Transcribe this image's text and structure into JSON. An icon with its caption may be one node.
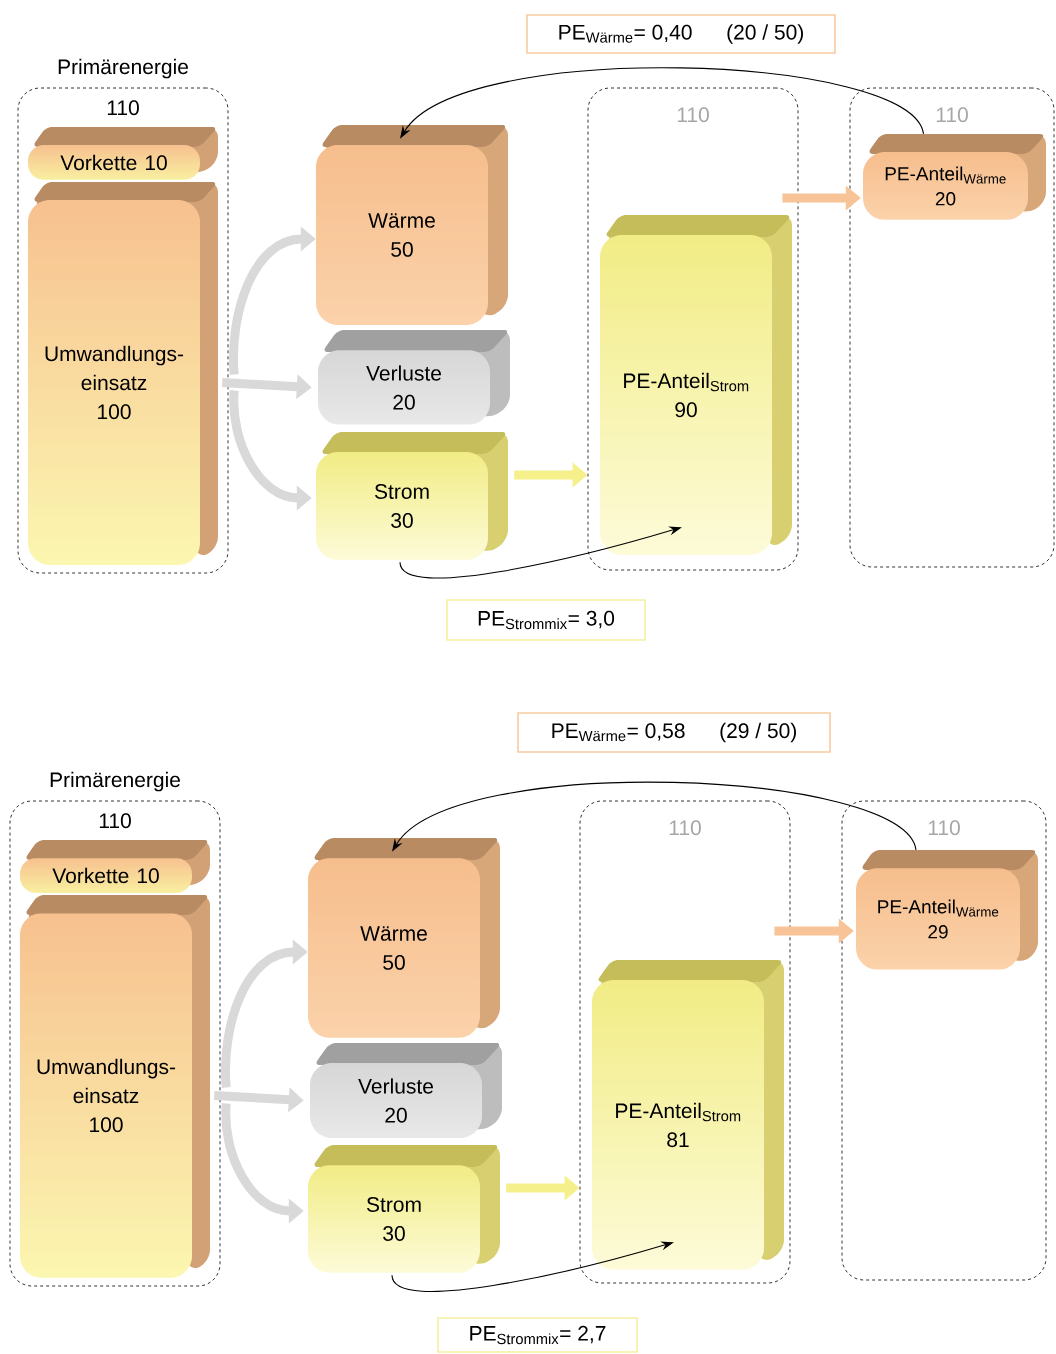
{
  "diagram": {
    "nodes": [
      {
        "text": [
          "Primärenergie",
          "110"
        ]
      },
      {
        "text": [
          "Vorkette 10"
        ],
        "in": 0
      },
      {
        "text": [
          "Umwandlungs- einsatz",
          "100"
        ],
        "in": 0
      },
      {
        "text": [
          "Wärme",
          "50"
        ]
      },
      {
        "text": [
          "Verluste",
          "20"
        ]
      },
      {
        "text": [
          "Strom",
          "30"
        ]
      },
      {
        "text": [
          "110"
        ]
      },
      {
        "text": [
          "PE-Anteil$_{Strom}$",
          "90"
        ],
        "in": 6
      },
      {
        "text": [
          "110"
        ]
      },
      {
        "text": [
          "PE-Anteil$_{Wärme}$",
          "20"
        ],
        "in": 8
      },
      {
        "text": [
          "PE$_{Wärme}$= 0,40",
          "(20 / 50)"
        ]
      },
      {
        "text": [
          "PE$_{Strommix}$= 3,0"
        ]
      },
      {
        "text": [
          "Primärenergie",
          "110"
        ]
      },
      {
        "text": [
          "Vorkette 10"
        ],
        "in": 12
      },
      {
        "text": [
          "Umwandlungs- einsatz",
          "100"
        ],
        "in": 12
      },
      {
        "text": [
          "Wärme",
          "50"
        ]
      },
      {
        "text": [
          "Verluste",
          "20"
        ]
      },
      {
        "text": [
          "Strom",
          "30"
        ]
      },
      {
        "text": [
          "110"
        ]
      },
      {
        "text": [
          "PE-Anteil$_{Strom}$",
          "81"
        ],
        "in": 18
      },
      {
        "text": [
          "110"
        ]
      },
      {
        "text": [
          "PE-Anteil$_{Wärme}$",
          "29"
        ],
        "in": 20
      },
      {
        "text": [
          "PE$_{Wärme}$= 0,58",
          "(29 / 50)"
        ]
      },
      {
        "text": [
          "PE$_{Strommix}$= 2,7"
        ]
      }
    ],
    "edges": [
      {
        "from": 2,
        "to": 3,
        "arrow": "to"
      },
      {
        "from": 2,
        "to": 4,
        "arrow": "to"
      },
      {
        "from": 2,
        "to": 5,
        "arrow": "to"
      },
      {
        "from": 5,
        "to": 6,
        "arrow": "to",
        "color": "#f5f08a"
      },
      {
        "from": 6,
        "to": 9,
        "arrow": "to",
        "color": "#f8c497"
      },
      {
        "from": 5,
        "to": 7,
        "arrow": "to",
        "color": "#000000"
      },
      {
        "from": 9,
        "to": 3,
        "arrow": "to",
        "color": "#000000"
      },
      {
        "from": 14,
        "to": 15,
        "arrow": "to"
      },
      {
        "from": 14,
        "to": 16,
        "arrow": "to"
      },
      {
        "from": 14,
        "to": 17,
        "arrow": "to"
      },
      {
        "from": 17,
        "to": 18,
        "arrow": "to",
        "color": "#f5f08a"
      },
      {
        "from": 18,
        "to": 21,
        "arrow": "to",
        "color": "#f8c497"
      },
      {
        "from": 17,
        "to": 19,
        "arrow": "to",
        "color": "#000000"
      },
      {
        "from": 21,
        "to": 15,
        "arrow": "to",
        "color": "#000000"
      }
    ]
  }
}
